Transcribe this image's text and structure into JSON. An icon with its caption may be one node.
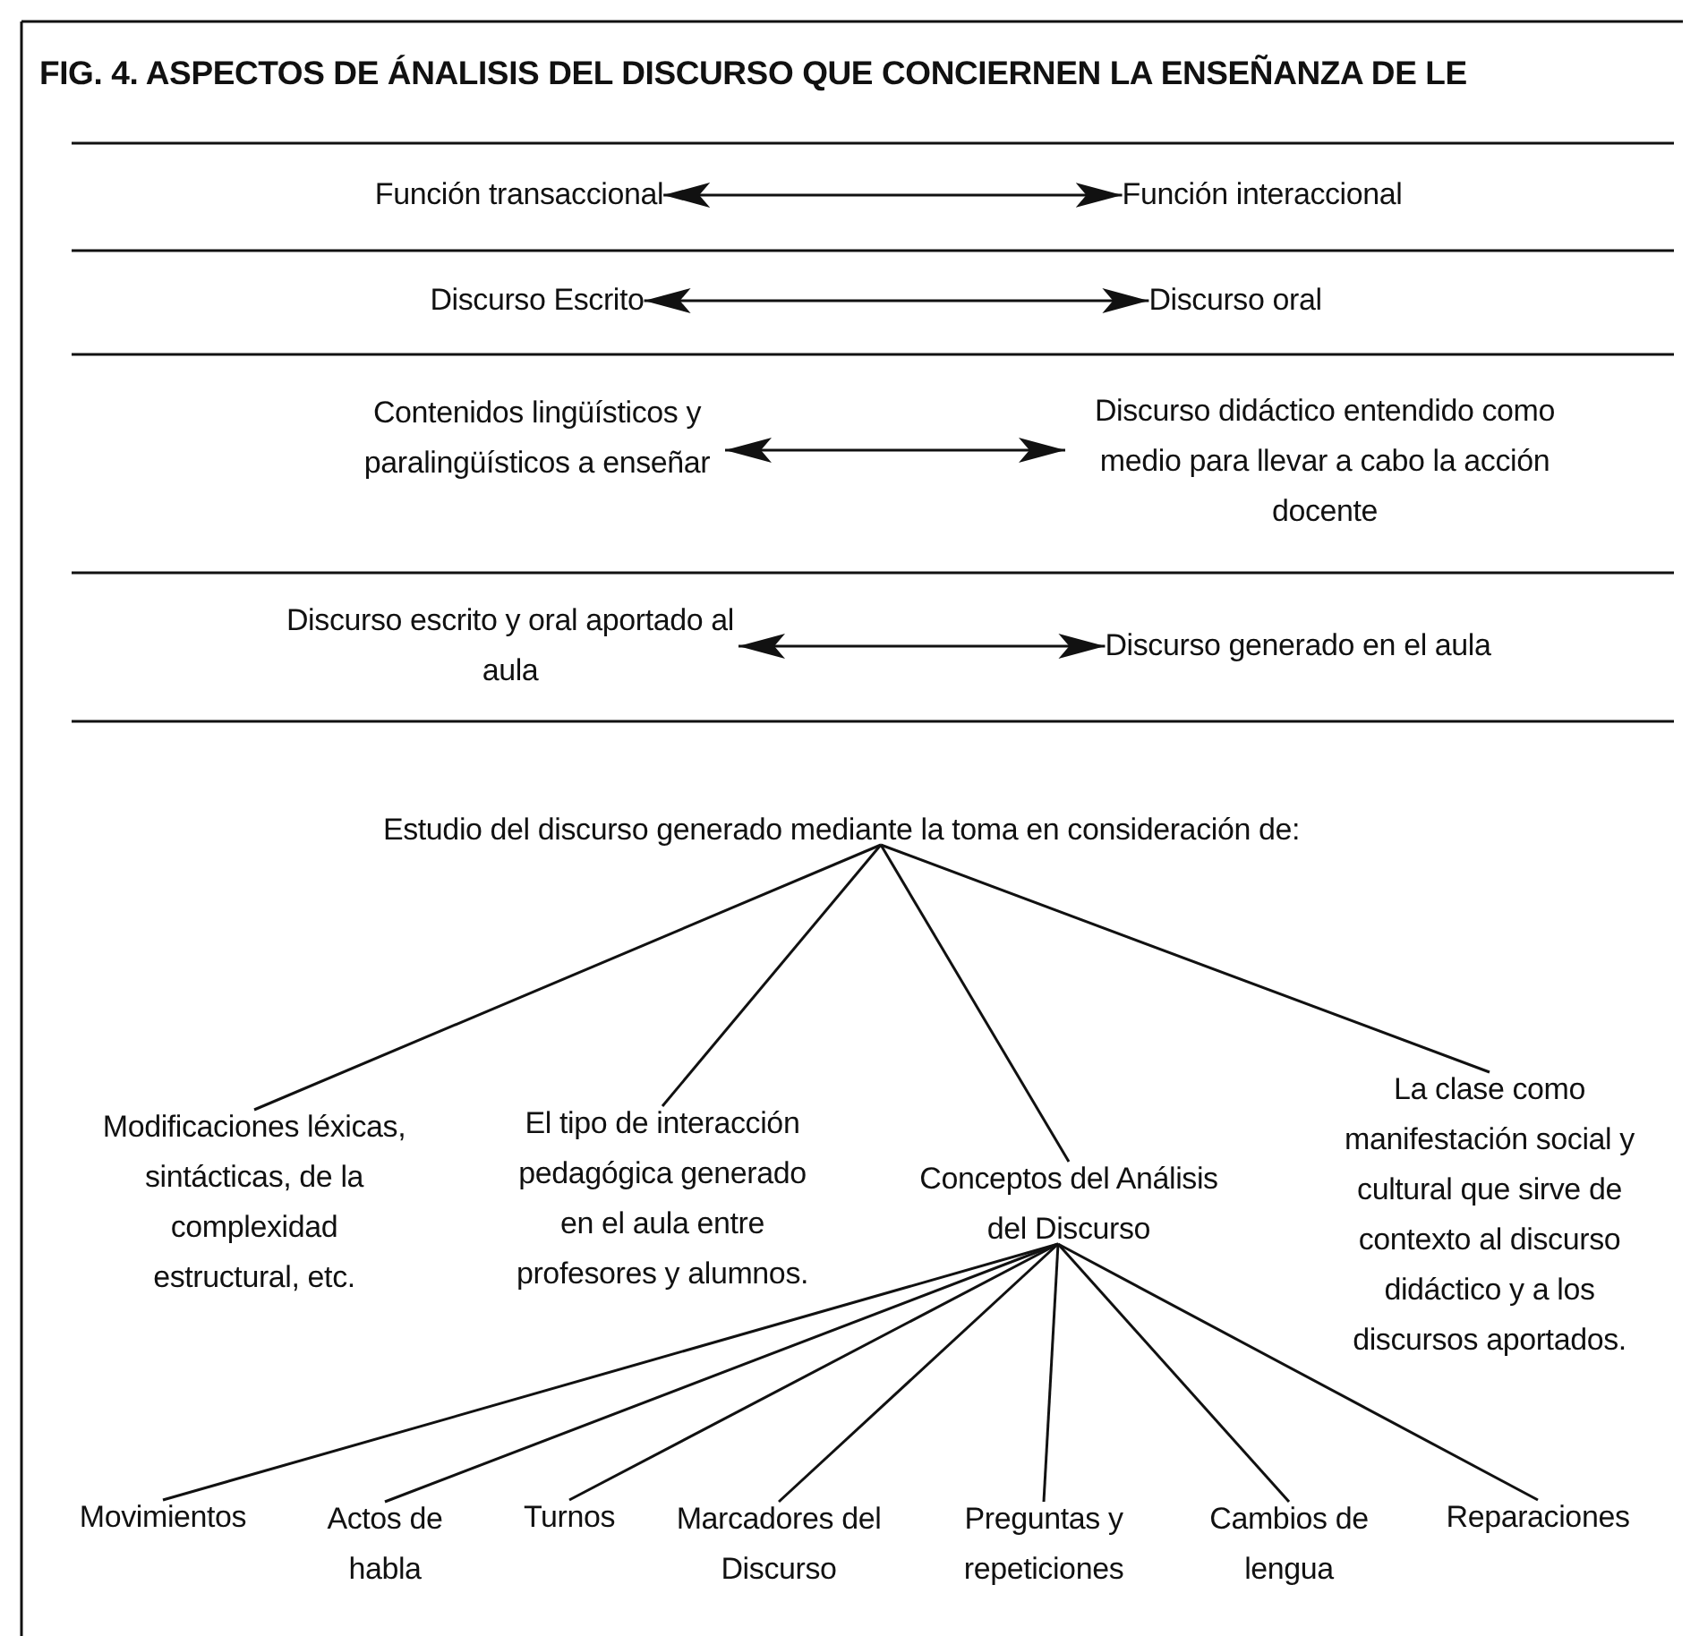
{
  "diagram": {
    "title": "FIG. 4. ASPECTOS DE ÁNALISIS DEL DISCURSO QUE CONCIERNEN LA ENSEÑANZA DE LE",
    "nodes": [
      {
        "text": [
          "Función transaccional"
        ]
      },
      {
        "text": [
          "Función interaccional"
        ]
      },
      {
        "text": [
          "Discurso Escrito"
        ]
      },
      {
        "text": [
          "Discurso oral"
        ]
      },
      {
        "text": [
          "Contenidos lingüísticos y paralingüísticos a enseñar"
        ]
      },
      {
        "text": [
          "Discurso didáctico entendido como medio para llevar a cabo la acción docente"
        ]
      },
      {
        "text": [
          "Discurso escrito y oral aportado al aula"
        ]
      },
      {
        "text": [
          "Discurso generado en el aula"
        ]
      },
      {
        "text": [
          "Estudio del discurso generado mediante la toma en consideración de:"
        ]
      },
      {
        "text": [
          "Modificaciones léxicas, sintácticas, de la complexidad estructural, etc."
        ]
      },
      {
        "text": [
          "El tipo de interacción pedagógica generado en el aula entre profesores y alumnos."
        ]
      },
      {
        "text": [
          "Conceptos del Análisis del Discurso"
        ]
      },
      {
        "text": [
          "La clase como manifestación social y cultural que sirve de contexto al discurso didáctico y a los discursos aportados."
        ]
      },
      {
        "text": [
          "Movimientos"
        ]
      },
      {
        "text": [
          "Actos de habla"
        ]
      },
      {
        "text": [
          "Turnos"
        ]
      },
      {
        "text": [
          "Marcadores del Discurso"
        ]
      },
      {
        "text": [
          "Preguntas y repeticiones"
        ]
      },
      {
        "text": [
          "Cambios de lengua"
        ]
      },
      {
        "text": [
          "Reparaciones"
        ]
      }
    ],
    "edges": [
      {
        "from": 0,
        "to": 1,
        "arrow": "both"
      },
      {
        "from": 2,
        "to": 3,
        "arrow": "both"
      },
      {
        "from": 4,
        "to": 5,
        "arrow": "both"
      },
      {
        "from": 6,
        "to": 7,
        "arrow": "both"
      },
      {
        "from": 8,
        "to": 9,
        "arrow": "none"
      },
      {
        "from": 8,
        "to": 10,
        "arrow": "none"
      },
      {
        "from": 8,
        "to": 11,
        "arrow": "none"
      },
      {
        "from": 8,
        "to": 12,
        "arrow": "none"
      },
      {
        "from": 11,
        "to": 13,
        "arrow": "none"
      },
      {
        "from": 11,
        "to": 14,
        "arrow": "none"
      },
      {
        "from": 11,
        "to": 15,
        "arrow": "none"
      },
      {
        "from": 11,
        "to": 16,
        "arrow": "none"
      },
      {
        "from": 11,
        "to": 17,
        "arrow": "none"
      },
      {
        "from": 11,
        "to": 18,
        "arrow": "none"
      },
      {
        "from": 11,
        "to": 19,
        "arrow": "none"
      }
    ]
  }
}
